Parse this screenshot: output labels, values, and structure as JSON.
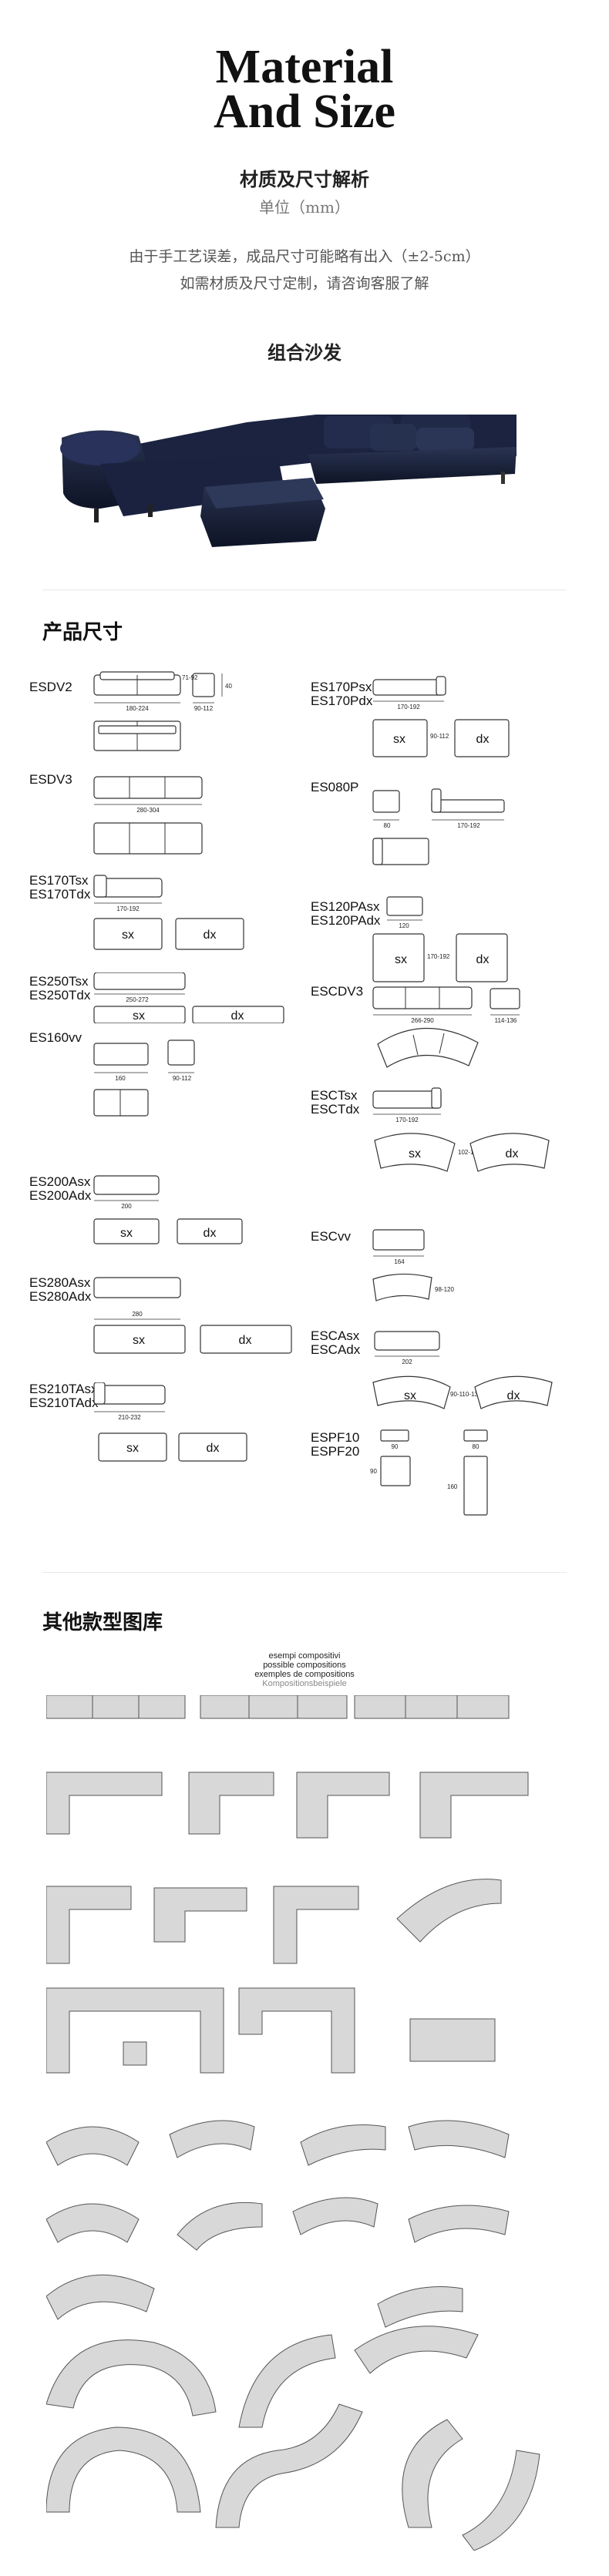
{
  "header": {
    "title_line1": "Material",
    "title_line2": "And Size",
    "subtitle": "材质及尺寸解析",
    "unit": "单位（mm）",
    "note_line1": "由于手工艺误差，成品尺寸可能略有出入（±2-5cm）",
    "note_line2": "如需材质及尺寸定制，请咨询客服了解"
  },
  "combo": {
    "title": "组合沙发"
  },
  "sizes": {
    "title": "产品尺寸",
    "left_items": [
      {
        "code": "ESDV2",
        "dims": [
          "180-224",
          "71-92",
          "90-112",
          "40"
        ]
      },
      {
        "code": "ESDV3",
        "dims": [
          "280-304"
        ]
      },
      {
        "code": "ES170Tsx\nES170Tdx",
        "dims": [
          "170-192"
        ],
        "labels": [
          "sx",
          "dx"
        ]
      },
      {
        "code": "ES250Tsx\nES250Tdx",
        "dims": [
          "250-272"
        ],
        "labels": [
          "sx",
          "dx"
        ]
      },
      {
        "code": "ES160vv",
        "dims": [
          "160",
          "90-112"
        ]
      },
      {
        "code": "ES200Asx\nES200Adx",
        "dims": [
          "200"
        ],
        "labels": [
          "sx",
          "dx"
        ]
      },
      {
        "code": "ES280Asx\nES280Adx",
        "dims": [
          "280"
        ],
        "labels": [
          "sx",
          "dx"
        ]
      },
      {
        "code": "ES210TAsx\nES210TAdx",
        "dims": [
          "210-232"
        ],
        "labels": [
          "sx",
          "dx"
        ]
      }
    ],
    "right_items": [
      {
        "code": "ES170Psx\nES170Pdx",
        "dims": [
          "170-192",
          "90-112"
        ],
        "labels": [
          "sx",
          "dx"
        ]
      },
      {
        "code": "ES080P",
        "dims": [
          "80",
          "170-192"
        ]
      },
      {
        "code": "ES120PAsx\nES120PAdx",
        "dims": [
          "120",
          "170-192"
        ],
        "labels": [
          "sx",
          "dx"
        ]
      },
      {
        "code": "ESCDV3",
        "dims": [
          "266-290",
          "114-136"
        ]
      },
      {
        "code": "ESCTsx\nESCTdx",
        "dims": [
          "170-192",
          "102-124"
        ],
        "labels": [
          "sx",
          "dx"
        ]
      },
      {
        "code": "ESCvv",
        "dims": [
          "164",
          "98-120"
        ]
      },
      {
        "code": "ESCAsx\nESCAdx",
        "dims": [
          "202",
          "90-110-132"
        ],
        "labels": [
          "sx",
          "dx"
        ]
      },
      {
        "code": "ESPF10\nESPF20",
        "dims": [
          "90",
          "80",
          "90",
          "160"
        ]
      }
    ]
  },
  "gallery": {
    "title": "其他款型图库",
    "caption_lines": [
      "esempi compositivi",
      "possible compositions",
      "exemples de compositions",
      "Kompositionsbeispiele"
    ]
  }
}
